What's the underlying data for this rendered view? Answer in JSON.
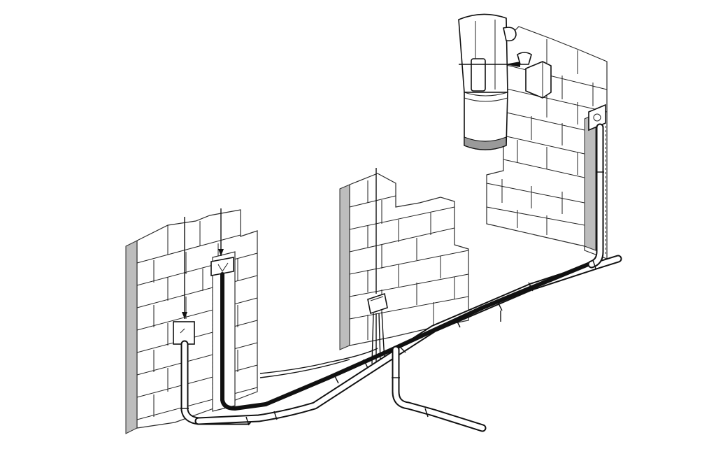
{
  "diagram": {
    "kind": "isometric central vacuum installation drawing",
    "components": [
      {
        "id": "power-unit",
        "icon": "central-vacuum-canister-icon"
      },
      {
        "id": "wall-inlet-left",
        "icon": "wall-inlet-valve-icon"
      },
      {
        "id": "wall-inlet-middle",
        "icon": "wall-inlet-valve-icon"
      },
      {
        "id": "wall-inlet-right",
        "icon": "wall-inlet-valve-icon"
      },
      {
        "id": "junction-box",
        "icon": "electrical-box-icon"
      },
      {
        "id": "exhaust-outlet",
        "icon": "exhaust-port-icon"
      }
    ],
    "colors": {
      "line": "#111111",
      "wall-side-hatch": "#bdbdbd",
      "background": "#ffffff"
    }
  }
}
